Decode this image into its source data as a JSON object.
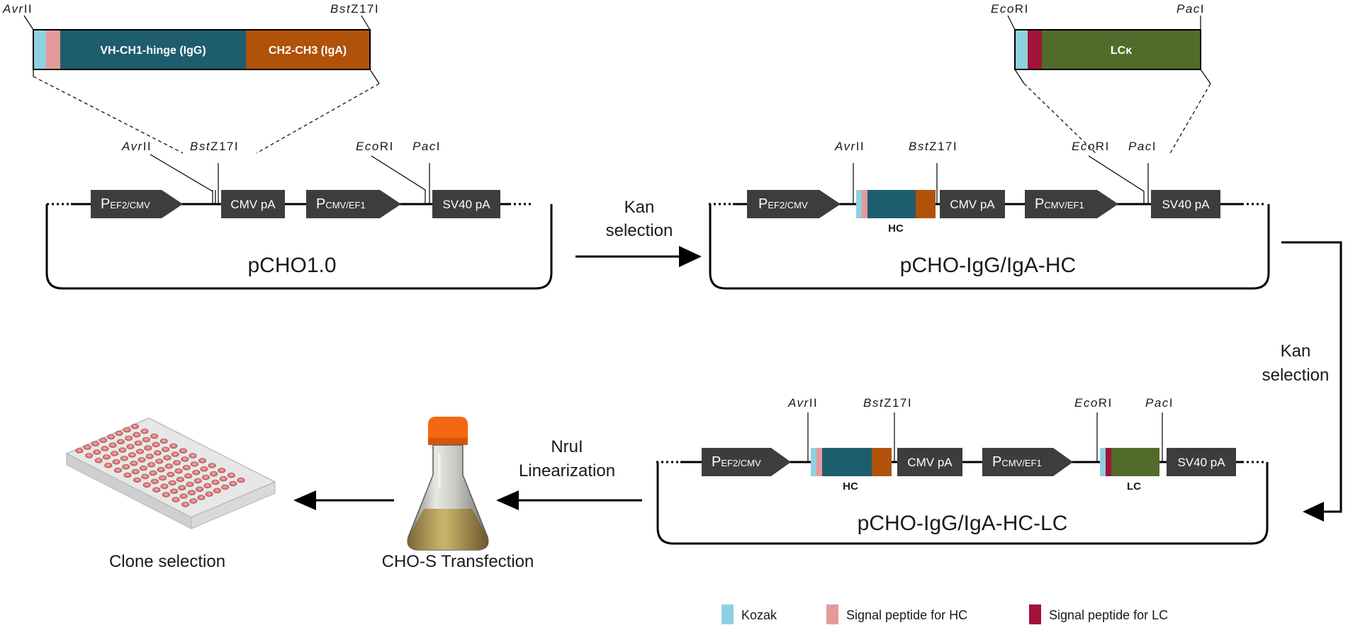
{
  "sites": {
    "avrII": [
      "Avr",
      "II"
    ],
    "bstZ17I": [
      "Bst",
      "Z17I"
    ],
    "ecoRI": [
      "Eco",
      "RI"
    ],
    "pacI": [
      "Pac",
      "I"
    ]
  },
  "elements": {
    "pef2": [
      "P",
      "EF2/CMV"
    ],
    "pcmv": [
      "P",
      "CMV/EF1"
    ],
    "cmv_pa": "CMV pA",
    "sv40_pa": "SV40 pA"
  },
  "inserts": {
    "hc_variable": "VH-CH1-hinge (IgG)",
    "hc_constant": "CH2-CH3 (IgA)",
    "lc": "LCκ"
  },
  "chain_labels": {
    "hc": "HC",
    "lc": "LC"
  },
  "plasmids": {
    "p1": "pCHO1.0",
    "p2": "pCHO-IgG/IgA-HC",
    "p3": "pCHO-IgG/IgA-HC-LC"
  },
  "steps": {
    "kan1": [
      "Kan",
      "selection"
    ],
    "kan2": [
      "Kan",
      "selection"
    ],
    "nrui": [
      "NruI",
      "Linearization"
    ],
    "transfection": "CHO-S Transfection",
    "clone": "Clone selection"
  },
  "legend": [
    {
      "label": "Kozak",
      "color": "#8fd0e0"
    },
    {
      "label": "Signal peptide for HC",
      "color": "#e49a9a"
    },
    {
      "label": "Signal peptide for LC",
      "color": "#a3123a"
    }
  ],
  "colors": {
    "kozak": "#8fd0e0",
    "sp_hc": "#e49a9a",
    "sp_lc": "#a3123a",
    "vh": "#1e5d6e",
    "ch": "#b0520a",
    "lc": "#516c2a",
    "element": "#3d3d3d",
    "flask_cap": "#f2670f"
  }
}
